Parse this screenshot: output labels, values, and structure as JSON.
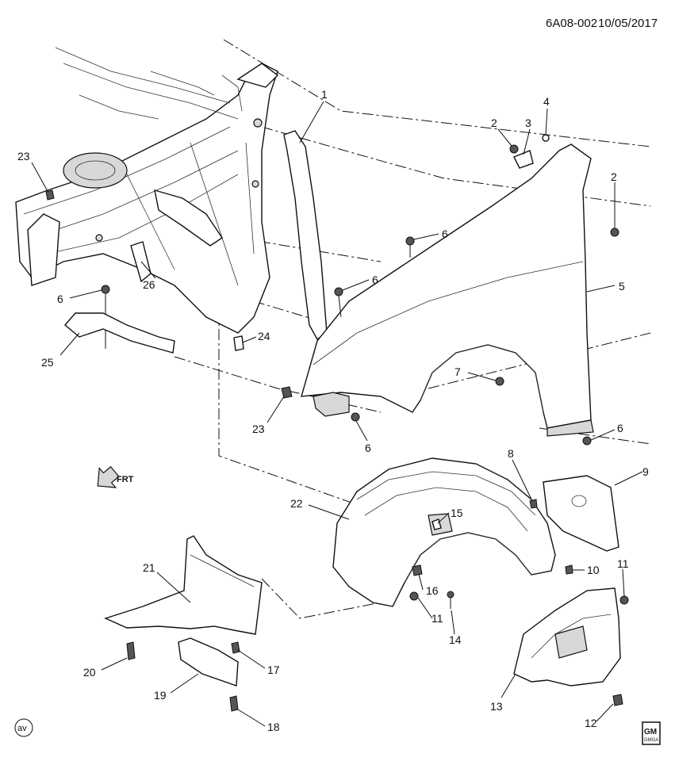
{
  "header": {
    "diagram_code": "6A08-002",
    "date": "10/05/2017"
  },
  "callouts": [
    {
      "id": "c1",
      "label": "1"
    },
    {
      "id": "c2a",
      "label": "2"
    },
    {
      "id": "c3",
      "label": "3"
    },
    {
      "id": "c4",
      "label": "4"
    },
    {
      "id": "c2b",
      "label": "2"
    },
    {
      "id": "c6a",
      "label": "6"
    },
    {
      "id": "c6b",
      "label": "6"
    },
    {
      "id": "c5",
      "label": "5"
    },
    {
      "id": "c7",
      "label": "7"
    },
    {
      "id": "c6c",
      "label": "6"
    },
    {
      "id": "c6d",
      "label": "6"
    },
    {
      "id": "c23a",
      "label": "23"
    },
    {
      "id": "c26",
      "label": "26"
    },
    {
      "id": "c6e",
      "label": "6"
    },
    {
      "id": "c25",
      "label": "25"
    },
    {
      "id": "c24",
      "label": "24"
    },
    {
      "id": "c23b",
      "label": "23"
    },
    {
      "id": "c8",
      "label": "8"
    },
    {
      "id": "c9",
      "label": "9"
    },
    {
      "id": "c22",
      "label": "22"
    },
    {
      "id": "c15",
      "label": "15"
    },
    {
      "id": "c10",
      "label": "10"
    },
    {
      "id": "c16",
      "label": "16"
    },
    {
      "id": "c11a",
      "label": "11"
    },
    {
      "id": "c11b",
      "label": "11"
    },
    {
      "id": "c14",
      "label": "14"
    },
    {
      "id": "c21",
      "label": "21"
    },
    {
      "id": "c20",
      "label": "20"
    },
    {
      "id": "c17",
      "label": "17"
    },
    {
      "id": "c19",
      "label": "19"
    },
    {
      "id": "c18",
      "label": "18"
    },
    {
      "id": "c13",
      "label": "13"
    },
    {
      "id": "c12",
      "label": "12"
    }
  ],
  "front_arrow": {
    "label": "FRT"
  },
  "badge_av": {
    "label": "av"
  },
  "gm_logo": {
    "top": "GM",
    "bottom": "GMGA"
  }
}
